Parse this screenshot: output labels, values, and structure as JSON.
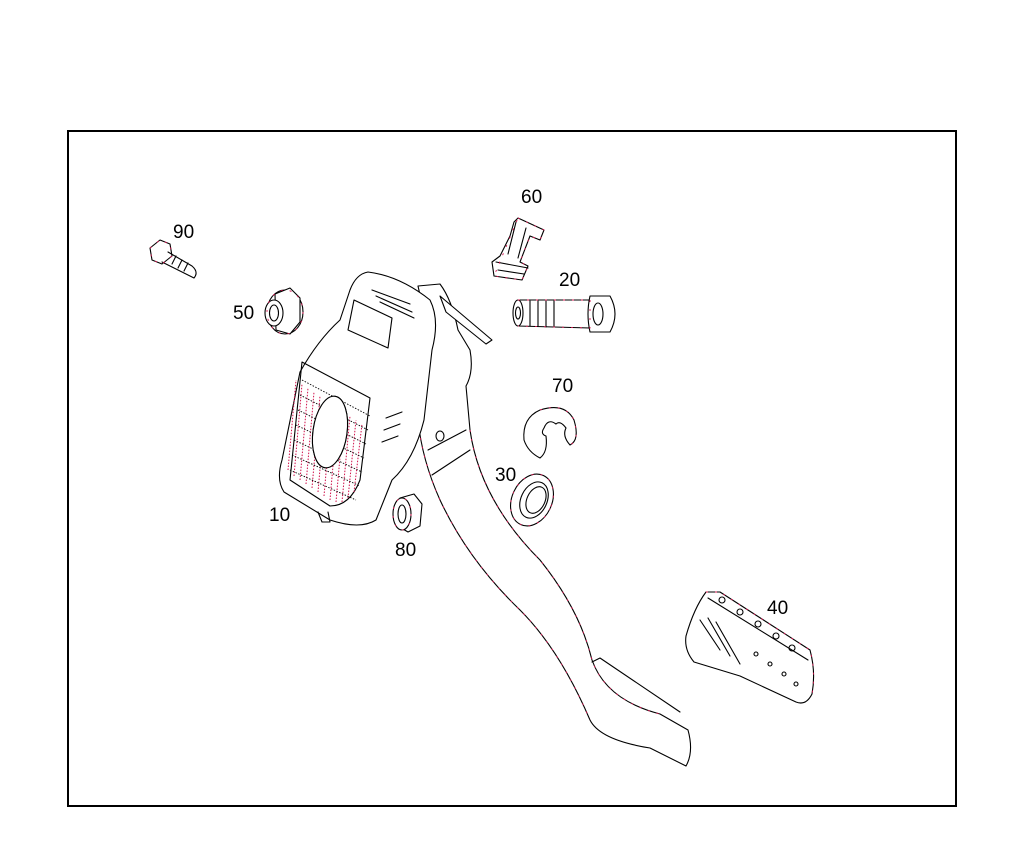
{
  "diagram": {
    "type": "exploded-parts-diagram",
    "subject": "clutch/brake pedal assembly",
    "colors": {
      "line": "#000000",
      "accent": "#d0104a",
      "background": "#ffffff",
      "frame": "#000000"
    },
    "parts": [
      {
        "id": "p10",
        "number": "10",
        "name": "pedal bracket"
      },
      {
        "id": "p20",
        "number": "20",
        "name": "pivot pin"
      },
      {
        "id": "p30",
        "number": "30",
        "name": "bushing"
      },
      {
        "id": "p40",
        "number": "40",
        "name": "pedal pad"
      },
      {
        "id": "p50",
        "number": "50",
        "name": "flange nut"
      },
      {
        "id": "p60",
        "number": "60",
        "name": "switch"
      },
      {
        "id": "p70",
        "number": "70",
        "name": "retaining clip"
      },
      {
        "id": "p80",
        "number": "80",
        "name": "bushing"
      },
      {
        "id": "p90",
        "number": "90",
        "name": "bolt"
      }
    ]
  }
}
